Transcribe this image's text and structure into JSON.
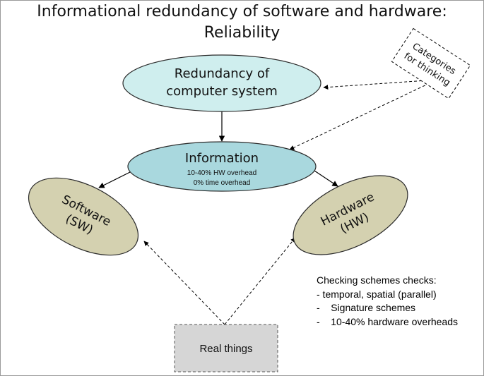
{
  "title": {
    "line1": "Informational redundancy of software and hardware:",
    "line2": "Reliability"
  },
  "nodes": {
    "redundancy": {
      "line1": "Redundancy of",
      "line2": "computer system"
    },
    "information": {
      "title": "Information",
      "sub1": "10-40% HW overhead",
      "sub2": "0% time overhead"
    },
    "software": {
      "line1": "Software",
      "line2": "(SW)"
    },
    "hardware": {
      "line1": "Hardware",
      "line2": "(HW)"
    },
    "categories": {
      "line1": "Categories",
      "line2": "for thinking"
    },
    "real_things": {
      "label": "Real things"
    }
  },
  "notes": {
    "heading": "Checking schemes checks:",
    "items": [
      "- temporal, spatial (parallel)",
      "-    Signature schemes",
      "-    10-40% hardware overheads"
    ]
  },
  "colors": {
    "light_teal": "#cfeeee",
    "mid_teal": "#a9d8de",
    "olive": "#d4d1b0",
    "grey_box": "#d6d6d6"
  }
}
